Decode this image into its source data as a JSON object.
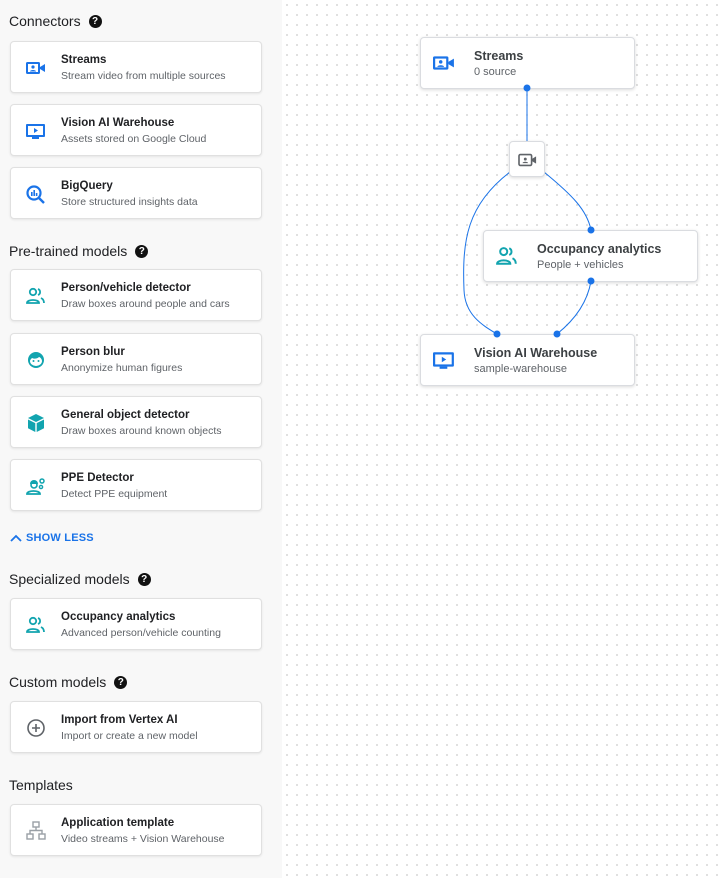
{
  "sidebar": {
    "sections": [
      {
        "title": "Connectors",
        "help": "?"
      },
      {
        "title": "Pre-trained models",
        "help": "?"
      },
      {
        "title": "Specialized models",
        "help": "?"
      },
      {
        "title": "Custom models",
        "help": "?"
      },
      {
        "title": "Templates"
      }
    ],
    "connectors": [
      {
        "title": "Streams",
        "subtitle": "Stream video from multiple sources",
        "icon": "video-camera-icon"
      },
      {
        "title": "Vision AI Warehouse",
        "subtitle": "Assets stored on Google Cloud",
        "icon": "monitor-play-icon"
      },
      {
        "title": "BigQuery",
        "subtitle": "Store structured insights data",
        "icon": "bigquery-icon"
      }
    ],
    "pretrained": [
      {
        "title": "Person/vehicle detector",
        "subtitle": "Draw boxes around people and cars",
        "icon": "people-icon"
      },
      {
        "title": "Person blur",
        "subtitle": "Anonymize human figures",
        "icon": "face-icon"
      },
      {
        "title": "General object detector",
        "subtitle": "Draw boxes around known objects",
        "icon": "cube-icon"
      },
      {
        "title": "PPE Detector",
        "subtitle": "Detect PPE equipment",
        "icon": "ppe-icon"
      }
    ],
    "show_less": "SHOW LESS",
    "specialized": [
      {
        "title": "Occupancy analytics",
        "subtitle": "Advanced person/vehicle counting",
        "icon": "people-icon"
      }
    ],
    "custom": [
      {
        "title": "Import from Vertex AI",
        "subtitle": "Import or create a new model",
        "icon": "add-circle-icon"
      }
    ],
    "templates": [
      {
        "title": "Application template",
        "subtitle": "Video streams + Vision Warehouse",
        "icon": "hierarchy-icon"
      }
    ]
  },
  "canvas": {
    "nodes": [
      {
        "title": "Streams",
        "subtitle": "0 source"
      },
      {
        "title": "Occupancy analytics",
        "subtitle": "People + vehicles"
      },
      {
        "title": "Vision AI Warehouse",
        "subtitle": "sample-warehouse"
      }
    ]
  },
  "colors": {
    "accent": "#1a73e8",
    "teal": "#12a4af",
    "edge": "#1a73e8"
  }
}
